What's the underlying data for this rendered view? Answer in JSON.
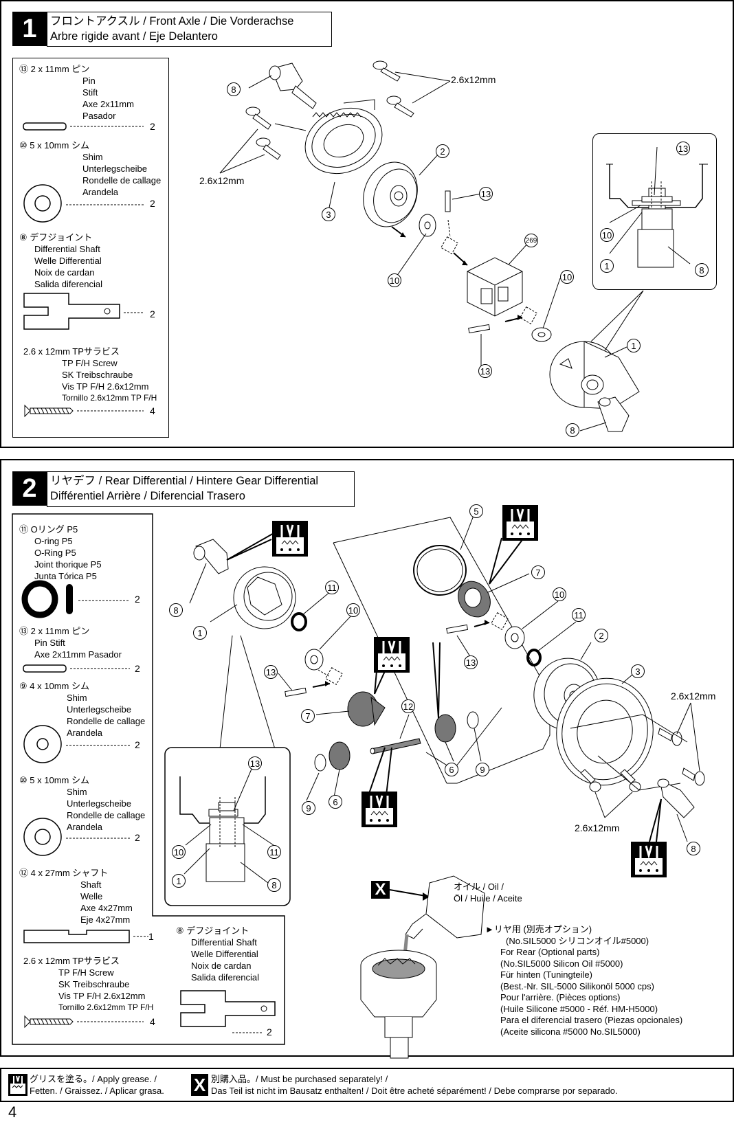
{
  "step1": {
    "number": "1",
    "title_line1": "フロントアクスル  / Front Axle / Die Vorderachse",
    "title_line2": "Arbre rigide avant / Eje Delantero",
    "parts": {
      "pin": {
        "num": "⑬",
        "size": "2 x 11mm  ピン",
        "names": [
          "Pin",
          "Stift",
          "Axe 2x11mm",
          "Pasador"
        ],
        "qty": "2"
      },
      "shim": {
        "num": "⑩",
        "size": "5 x 10mm  シム",
        "names": [
          "Shim",
          "Unterlegscheibe",
          "Rondelle de callage",
          "Arandela"
        ],
        "qty": "2"
      },
      "shaft": {
        "num": "⑧",
        "size": "デフジョイント",
        "names": [
          "Differential Shaft",
          "Welle Differential",
          "Noix de cardan",
          "Salida diferencial"
        ],
        "qty": "2"
      },
      "screw": {
        "size": "2.6 x 12mm  TPサラビス",
        "names": [
          "TP F/H Screw",
          "SK Treibschraube",
          "Vis TP F/H 2.6x12mm",
          "Tornillo 2.6x12mm TP F/H"
        ],
        "qty": "4"
      }
    },
    "callouts": {
      "screw_a": "2.6x12mm",
      "screw_b": "2.6x12mm",
      "n8a": "8",
      "n8b": "8",
      "n2": "2",
      "n3": "3",
      "n13a": "13",
      "n13b": "13",
      "n269": "269",
      "n10a": "10",
      "n10b": "10",
      "n1": "1"
    },
    "inset": {
      "n13": "13",
      "n10": "10",
      "n1": "1",
      "n8": "8"
    }
  },
  "step2": {
    "number": "2",
    "title_line1": "リヤデフ / Rear Differential / Hintere Gear Differential",
    "title_line2": "Différentiel Arrière / Diferencial Trasero",
    "parts": {
      "oring": {
        "num": "⑪",
        "size": "Oリング P5",
        "names": [
          "O-ring P5",
          "O-Ring P5",
          "Joint thorique P5",
          "Junta Tórica P5"
        ],
        "qty": "2"
      },
      "pin": {
        "num": "⑬",
        "size": "2 x 11mm  ピン",
        "names": [
          "Pin     Stift",
          "Axe 2x11mm     Pasador"
        ],
        "qty": "2"
      },
      "shim4": {
        "num": "⑨",
        "size": "4 x 10mm  シム",
        "names": [
          "Shim",
          "Unterlegscheibe",
          "Rondelle de callage",
          "Arandela"
        ],
        "qty": "2"
      },
      "shim5": {
        "num": "⑩",
        "size": "5 x 10mm  シム",
        "names": [
          "Shim",
          "Unterlegscheibe",
          "Rondelle de callage",
          "Arandela"
        ],
        "qty": "2"
      },
      "shaft": {
        "num": "⑫",
        "size": "4 x 27mm  シャフト",
        "names": [
          "Shaft",
          "Welle",
          "Axe 4x27mm",
          "Eje 4x27mm"
        ],
        "qty": "1"
      },
      "screw": {
        "size": "2.6 x 12mm  TPサラビス",
        "names": [
          "TP F/H Screw",
          "SK Treibschraube",
          "Vis TP F/H 2.6x12mm",
          "Tornillo 2.6x12mm TP F/H"
        ],
        "qty": "4"
      },
      "diffshaft": {
        "num": "⑧",
        "size": "デフジョイント",
        "names": [
          "Differential Shaft",
          "Welle Differential",
          "Noix de cardan",
          "Salida diferencial"
        ],
        "qty": "2"
      }
    },
    "callouts": {
      "n5": "5",
      "n7a": "7",
      "n7b": "7",
      "n10a": "10",
      "n10b": "10",
      "n11a": "11",
      "n11b": "11",
      "n2": "2",
      "n3": "3",
      "n8a": "8",
      "n8b": "8",
      "n1": "1",
      "n13a": "13",
      "n13b": "13",
      "n12": "12",
      "n6a": "6",
      "n6b": "6",
      "n9a": "9",
      "n9b": "9",
      "screw_a": "2.6x12mm",
      "screw_b": "2.6x12mm"
    },
    "inset": {
      "n13": "13",
      "n10": "10",
      "n11": "11",
      "n1": "1",
      "n8": "8"
    },
    "oil_label": [
      "オイル /  Oil /",
      "Öl / Huile / Aceite"
    ],
    "x_mark": "X",
    "rear_note": [
      "►リヤ用  (別売オプション)",
      "(No.SIL5000 シリコンオイル#5000)",
      "For Rear (Optional parts)",
      "(No.SIL5000 Silicon Oil #5000)",
      "Für hinten (Tuningteile)",
      "(Best.-Nr. SIL-5000 Silikonöl 5000 cps)",
      "Pour l'arrière. (Pièces options)",
      "(Huile Silicone #5000 - Réf. HM-H5000)",
      "Para el diferencial trasero (Piezas opcionales)",
      "(Aceite silicona #5000 No.SIL5000)"
    ]
  },
  "legend": {
    "grease": [
      "グリスを塗る。/ Apply grease. /",
      "Fetten. / Graissez. / Aplicar grasa."
    ],
    "x_mark": "X",
    "separate": [
      "別購入品。/    Must be purchased separately! /",
      "Das Teil ist nicht im Bausatz enthalten! / Doit être acheté séparément! / Debe comprarse por separado."
    ]
  },
  "page_number": "4"
}
